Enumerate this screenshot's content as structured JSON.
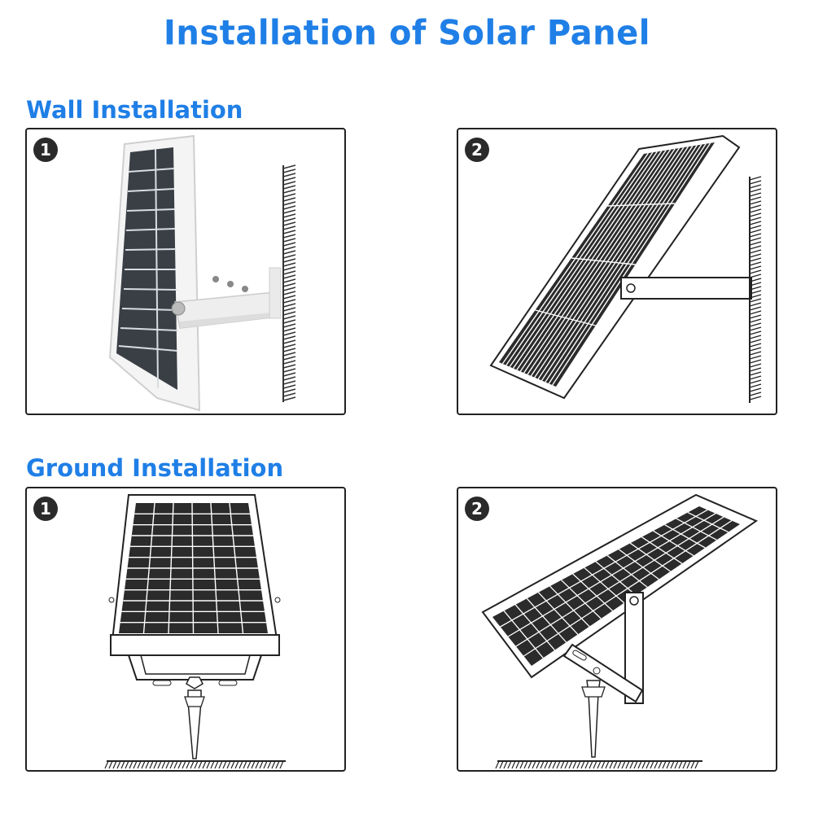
{
  "title": "Installation of Solar Panel",
  "sections": {
    "wall": {
      "label": "Wall Installation",
      "step1": "1",
      "step2": "2"
    },
    "ground": {
      "label": "Ground Installation",
      "step1": "1",
      "step2": "2"
    }
  },
  "colors": {
    "accent": "#1f7fe6",
    "panel_dark": "#2b2b2b",
    "frame": "#e8e8e8",
    "outline": "#222222"
  }
}
